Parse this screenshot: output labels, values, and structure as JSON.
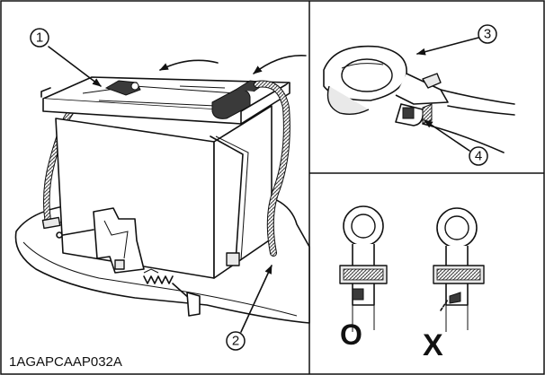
{
  "figure": {
    "code": "1AGAPCAAP032A",
    "callouts": [
      "1",
      "2",
      "3",
      "4"
    ],
    "marks": {
      "correct": "O",
      "incorrect": "X"
    }
  }
}
